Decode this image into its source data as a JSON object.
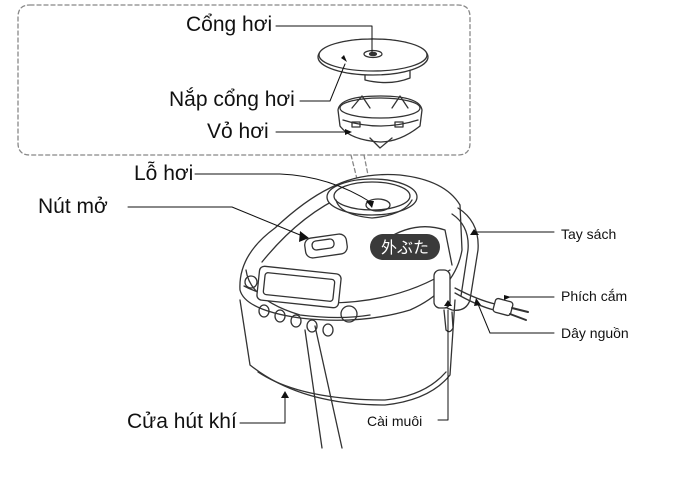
{
  "labels": {
    "steam_port": "Cổng hơi",
    "steam_port_lid": "Nắp cổng hơi",
    "steam_housing": "Vỏ hơi",
    "steam_hole": "Lỗ hơi",
    "open_button": "Nút mở",
    "carry_handle": "Tay sách",
    "plug": "Phích cắm",
    "power_cord": "Dây nguồn",
    "air_intake": "Cửa hút khí",
    "spatula_holder": "Cài muôi"
  },
  "badge_text": "外ぶた",
  "colors": {
    "stroke": "#333333",
    "badge_bg": "#3a3a3a",
    "badge_text": "#ffffff",
    "dash": "#888888"
  }
}
